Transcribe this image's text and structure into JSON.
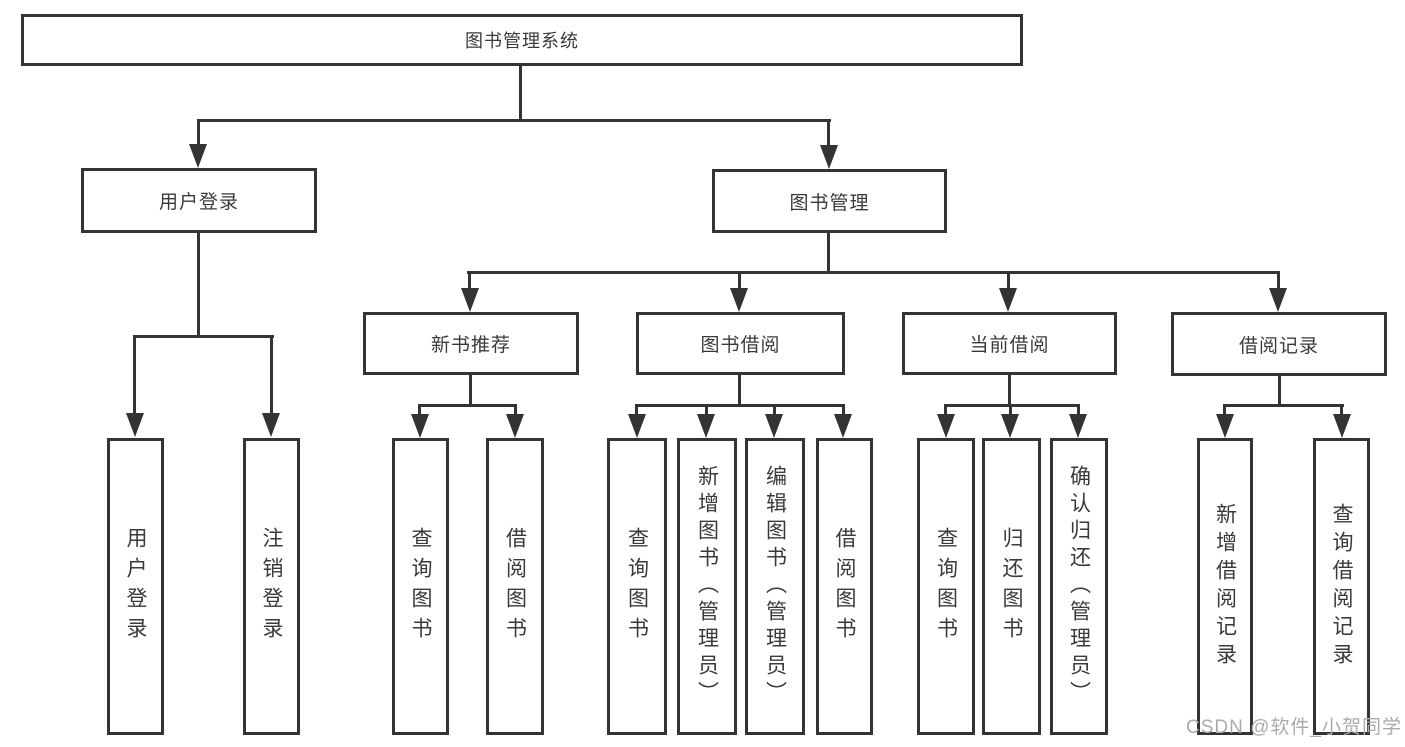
{
  "colors": {
    "line": "#333333",
    "text": "#3a3a3a",
    "watermark": "#ababab",
    "background": "#ffffff"
  },
  "diagram": {
    "root_label": "图书管理系统",
    "level2_labels": [
      "用户登录",
      "图书管理"
    ],
    "level3_labels": [
      "新书推荐",
      "图书借阅",
      "当前借阅",
      "借阅记录"
    ],
    "leaf_labels": [
      "用户登录",
      "注销登录",
      "查询图书",
      "借阅图书",
      "查询图书",
      "新增图书（管理员）",
      "编辑图书（管理员）",
      "借阅图书",
      "查询图书",
      "归还图书",
      "确认归还（管理员）",
      "新增借阅记录",
      "查询借阅记录"
    ],
    "watermark": "CSDN @软件_小贺同学"
  }
}
